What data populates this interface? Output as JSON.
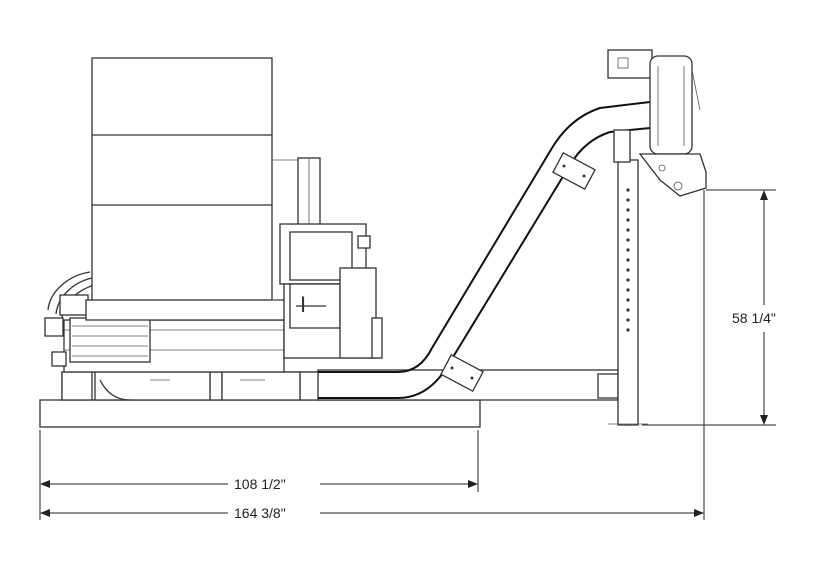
{
  "dimensions": {
    "base_length": "108 1/2\"",
    "overall_length": "164 3/8\"",
    "height": "58 1/4\""
  }
}
